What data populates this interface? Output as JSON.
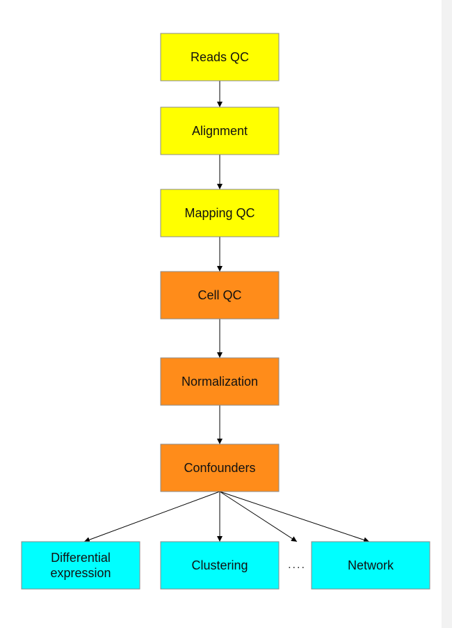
{
  "colors": {
    "stage_qc": "#ffff00",
    "stage_processing": "#ff8c1a",
    "stage_analysis": "#00ffff",
    "box_border": "#8a8a8a",
    "arrow": "#000000"
  },
  "nodes": [
    {
      "id": "reads-qc",
      "label": "Reads QC",
      "color": "#ffff00"
    },
    {
      "id": "alignment",
      "label": "Alignment",
      "color": "#ffff00"
    },
    {
      "id": "mapping-qc",
      "label": "Mapping QC",
      "color": "#ffff00"
    },
    {
      "id": "cell-qc",
      "label": "Cell QC",
      "color": "#ff8c1a"
    },
    {
      "id": "normalization",
      "label": "Normalization",
      "color": "#ff8c1a"
    },
    {
      "id": "confounders",
      "label": "Confounders",
      "color": "#ff8c1a"
    },
    {
      "id": "differential-expression",
      "label": "Differential\nexpression",
      "color": "#00ffff"
    },
    {
      "id": "clustering",
      "label": "Clustering",
      "color": "#00ffff"
    },
    {
      "id": "network",
      "label": "Network",
      "color": "#00ffff"
    }
  ],
  "ellipsis": "....",
  "edges": [
    {
      "from": "reads-qc",
      "to": "alignment"
    },
    {
      "from": "alignment",
      "to": "mapping-qc"
    },
    {
      "from": "mapping-qc",
      "to": "cell-qc"
    },
    {
      "from": "cell-qc",
      "to": "normalization"
    },
    {
      "from": "normalization",
      "to": "confounders"
    },
    {
      "from": "confounders",
      "to": "differential-expression"
    },
    {
      "from": "confounders",
      "to": "clustering"
    },
    {
      "from": "confounders",
      "to": "ellipsis"
    },
    {
      "from": "confounders",
      "to": "network"
    }
  ]
}
